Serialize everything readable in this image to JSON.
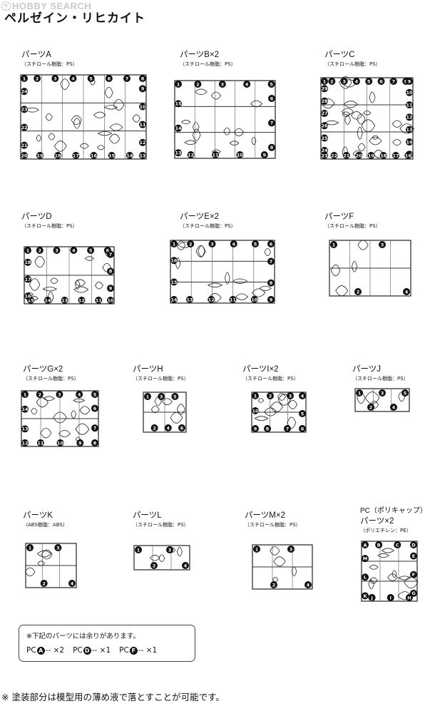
{
  "brand": {
    "name": "HOBBY SEARCH",
    "logo_glyph": "H"
  },
  "title": "ペルゼイン・リヒカイト",
  "parts": [
    {
      "id": "A",
      "name": "パーツA",
      "material": "（スチロール樹脂：PS）",
      "numbers": [
        "1",
        "2",
        "3",
        "4",
        "5",
        "6",
        "7",
        "8",
        "9",
        "10",
        "11",
        "12",
        "13",
        "14",
        "15",
        "16",
        "17",
        "18",
        "19",
        "20",
        "21",
        "22",
        "23",
        "24"
      ]
    },
    {
      "id": "B",
      "name": "パーツB×2",
      "material": "（スチロール樹脂：PS）",
      "numbers": [
        "1",
        "2",
        "3",
        "4",
        "5",
        "6",
        "7",
        "8",
        "9",
        "10",
        "11",
        "12",
        "13",
        "14",
        "15"
      ]
    },
    {
      "id": "C",
      "name": "パーツC",
      "material": "（スチロール樹脂：PS）",
      "numbers": [
        "1",
        "2",
        "3",
        "4",
        "5",
        "6",
        "7",
        "8",
        "9",
        "10",
        "11",
        "12",
        "13",
        "14",
        "15",
        "16",
        "17",
        "18",
        "19",
        "20",
        "21",
        "22",
        "23",
        "24",
        "25",
        "26",
        "27",
        "28",
        "29"
      ]
    },
    {
      "id": "D",
      "name": "パーツD",
      "material": "（スチロール樹脂：PS）",
      "numbers": [
        "1",
        "2",
        "3",
        "4",
        "5",
        "6",
        "7",
        "8",
        "9",
        "10",
        "11",
        "12",
        "13",
        "14",
        "15",
        "16",
        "17",
        "18"
      ]
    },
    {
      "id": "E",
      "name": "パーツE×2",
      "material": "（スチロール樹脂：PS）",
      "numbers": [
        "1",
        "2",
        "3",
        "4",
        "5",
        "6",
        "7",
        "8",
        "9",
        "10",
        "11",
        "12",
        "13",
        "14",
        "15",
        "16"
      ]
    },
    {
      "id": "F",
      "name": "パーツF",
      "material": "（スチロール樹脂：PS）",
      "numbers": [
        "1",
        "2",
        "3",
        "4"
      ]
    },
    {
      "id": "G",
      "name": "パーツG×2",
      "material": "（スチロール樹脂：PS）",
      "numbers": [
        "1",
        "2",
        "3",
        "4",
        "5",
        "6",
        "7",
        "8",
        "9",
        "10",
        "11",
        "12",
        "13",
        "14"
      ]
    },
    {
      "id": "H",
      "name": "パーツH",
      "material": "（スチロール樹脂：PS）",
      "numbers": [
        "1",
        "2",
        "3",
        "4",
        "5",
        "6"
      ]
    },
    {
      "id": "I",
      "name": "パーツI×2",
      "material": "（スチロール樹脂：PS）",
      "numbers": [
        "1",
        "2",
        "3",
        "4",
        "5",
        "6",
        "7",
        "8",
        "9",
        "10"
      ]
    },
    {
      "id": "J",
      "name": "パーツJ",
      "material": "（スチロール樹脂：PS）",
      "numbers": [
        "1",
        "2",
        "3",
        "4",
        "5"
      ]
    },
    {
      "id": "K",
      "name": "パーツK",
      "material": "（ABS樹脂：ABS）",
      "numbers": [
        "1",
        "2",
        "3",
        "4"
      ]
    },
    {
      "id": "L",
      "name": "パーツL",
      "material": "（スチロール樹脂：PS）",
      "numbers": [
        "1",
        "2",
        "3",
        "4"
      ]
    },
    {
      "id": "M",
      "name": "パーツM×2",
      "material": "（スチロール樹脂：PS）",
      "numbers": [
        "1",
        "2",
        "3",
        "4"
      ]
    },
    {
      "id": "PC",
      "pre": "PC（ポリキャップ）",
      "name": "パーツ×2",
      "material": "（ポリエチレン：PE）",
      "numbers": [
        "A",
        "B",
        "C",
        "D",
        "E",
        "F",
        "G",
        "H",
        "I",
        "J",
        "K",
        "L",
        "M"
      ]
    }
  ],
  "note": {
    "heading": "※下記のパーツには余りがあります。",
    "items": [
      {
        "prefix": "PC",
        "letter": "A",
        "suffix": "-- ×2"
      },
      {
        "prefix": "PC",
        "letter": "D",
        "suffix": "-- ×1"
      },
      {
        "prefix": "PC",
        "letter": "F",
        "suffix": "-- ×1"
      }
    ]
  },
  "footer": "※ 塗装部分は模型用の薄め液で落とすことが可能です。"
}
